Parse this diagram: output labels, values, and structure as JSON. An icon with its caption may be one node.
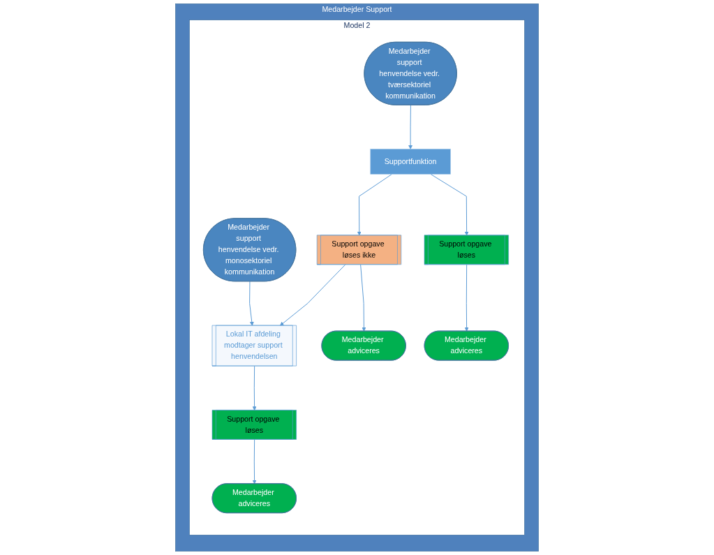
{
  "diagram": {
    "nodes": [
      {
        "text": [
          "Medarbejder Support"
        ]
      },
      {
        "text": [
          "Model 2"
        ],
        "in": 0
      },
      {
        "text": [
          "Medarbejder support henvendelse vedr. monosektoriel kommunikation"
        ],
        "in": 1
      },
      {
        "text": [
          "Medarbejder support henvendelse vedr. tværsektoriel kommunikation"
        ],
        "in": 1
      },
      {
        "text": [
          "Supportfunktion"
        ],
        "in": 1
      },
      {
        "text": [
          "Lokal IT afdeling modtager support henvendelsen"
        ],
        "in": 1
      },
      {
        "text": [
          "Support opgave løses ikke"
        ],
        "in": 1
      },
      {
        "text": [
          "Support opgave løses"
        ],
        "in": 1
      },
      {
        "text": [
          "Medarbejder adviceres"
        ],
        "in": 1
      },
      {
        "text": [
          "Medarbejder adviceres"
        ],
        "in": 1
      },
      {
        "text": [
          "Support opgave løses"
        ],
        "in": 1
      },
      {
        "text": [
          "Medarbejder adviceres"
        ],
        "in": 1
      }
    ],
    "edges": [
      {
        "from": 2,
        "to": 5,
        "arrow": "to"
      },
      {
        "from": 3,
        "to": 4,
        "arrow": "to"
      },
      {
        "from": 4,
        "to": 6,
        "arrow": "to"
      },
      {
        "from": 4,
        "to": 7,
        "arrow": "to"
      },
      {
        "from": 6,
        "to": 5,
        "arrow": "to"
      },
      {
        "from": 5,
        "to": 10,
        "arrow": "to"
      },
      {
        "from": 10,
        "to": 11,
        "arrow": "to"
      },
      {
        "from": 6,
        "to": 8,
        "arrow": "to"
      },
      {
        "from": 7,
        "to": 9,
        "arrow": "to"
      }
    ]
  }
}
